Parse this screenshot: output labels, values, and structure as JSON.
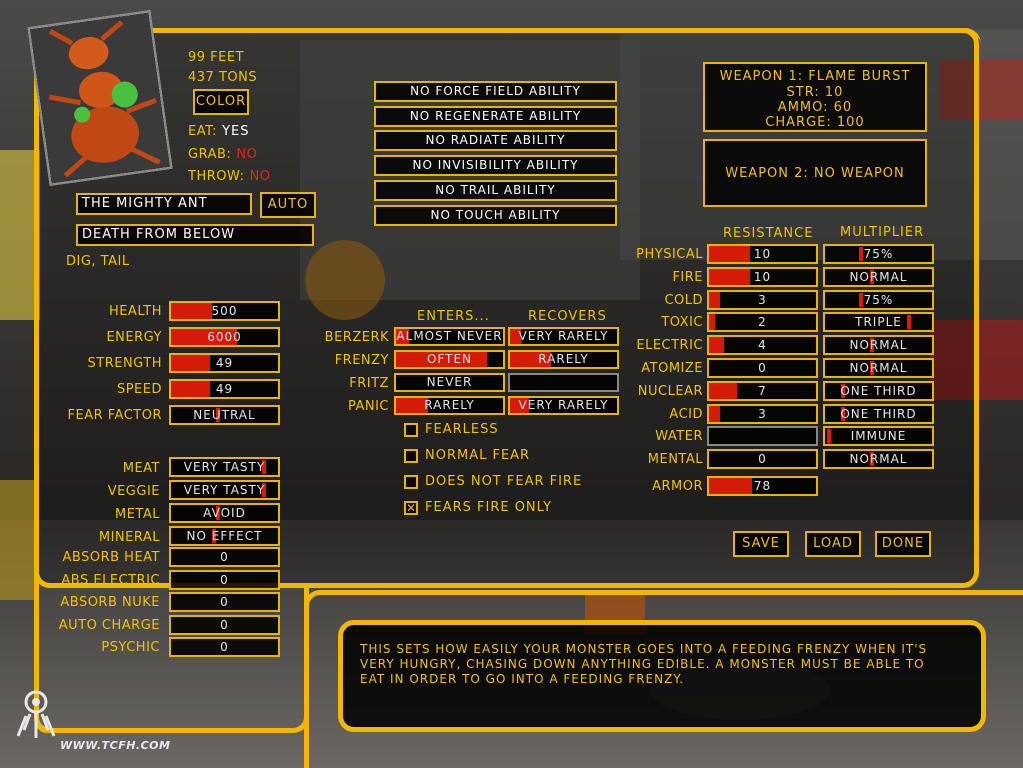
{
  "colors": {
    "accent": "#f0b800",
    "bar_fill": "#d61a0a",
    "value_text": "#ffffff",
    "no_text": "#e02a10"
  },
  "monster": {
    "portrait_icon": "ant-portrait-icon",
    "height": "99 FEET",
    "weight": "437 TONS",
    "color_button": "COLOR",
    "eat_label": "EAT:",
    "eat_value": "YES",
    "grab_label": "GRAB:",
    "grab_value": "NO",
    "throw_label": "THROW:",
    "throw_value": "NO",
    "name": "THE MIGHTY ANT",
    "auto_button": "AUTO",
    "tagline": "DEATH FROM BELOW",
    "abilities_text": "DIG, TAIL"
  },
  "abilities": [
    "NO FORCE FIELD ABILITY",
    "NO REGENERATE ABILITY",
    "NO RADIATE ABILITY",
    "NO INVISIBILITY ABILITY",
    "NO TRAIL ABILITY",
    "NO TOUCH ABILITY"
  ],
  "weapons": {
    "w1_title": "WEAPON 1: FLAME BURST",
    "w1_str": "STR: 10",
    "w1_ammo": "AMMO: 60",
    "w1_charge": "CHARGE: 100",
    "w2_title": "WEAPON 2: NO WEAPON"
  },
  "stats": [
    {
      "label": "HEALTH",
      "value": "500",
      "fill": 0.38
    },
    {
      "label": "ENERGY",
      "value": "6000",
      "fill": 0.62
    },
    {
      "label": "STRENGTH",
      "value": "49",
      "fill": 0.36
    },
    {
      "label": "SPEED",
      "value": "49",
      "fill": 0.36
    },
    {
      "label": "FEAR FACTOR",
      "value": "NEUTRAL",
      "mark": 0.44
    }
  ],
  "diet": [
    {
      "label": "MEAT",
      "value": "VERY TASTY",
      "mark": 0.88
    },
    {
      "label": "VEGGIE",
      "value": "VERY TASTY",
      "mark": 0.88
    },
    {
      "label": "METAL",
      "value": "AVOID",
      "mark": 0.44
    },
    {
      "label": "MINERAL",
      "value": "NO EFFECT",
      "mark": 0.4
    }
  ],
  "absorb": [
    {
      "label": "ABSORB HEAT",
      "value": "0"
    },
    {
      "label": "ABS ELECTRIC",
      "value": "0"
    },
    {
      "label": "ABSORB NUKE",
      "value": "0"
    },
    {
      "label": "AUTO CHARGE",
      "value": "0"
    },
    {
      "label": "PSYCHIC",
      "value": "0"
    }
  ],
  "states": {
    "enters_header": "ENTERS...",
    "recovers_header": "RECOVERS",
    "rows": [
      {
        "label": "BERZERK",
        "enters": "ALMOST NEVER",
        "enters_fill": 0.12,
        "recovers": "VERY RARELY",
        "recovers_fill": 0.1
      },
      {
        "label": "FRENZY",
        "enters": "OFTEN",
        "enters_fill": 0.85,
        "recovers": "RARELY",
        "recovers_fill": 0.38
      },
      {
        "label": "FRITZ",
        "enters": "NEVER",
        "enters_fill": 0,
        "recovers": "",
        "recovers_fill": 0
      },
      {
        "label": "PANIC",
        "enters": "RARELY",
        "enters_fill": 0.3,
        "recovers": "VERY RARELY",
        "recovers_fill": 0.18
      }
    ],
    "checkboxes": [
      {
        "label": "FEARLESS",
        "checked": false
      },
      {
        "label": "NORMAL FEAR",
        "checked": false
      },
      {
        "label": "DOES NOT FEAR FIRE",
        "checked": false
      },
      {
        "label": "FEARS FIRE ONLY",
        "checked": true
      }
    ]
  },
  "resist": {
    "resistance_header": "RESISTANCE",
    "multiplier_header": "MULTIPLIER",
    "rows": [
      {
        "label": "PHYSICAL",
        "resist": "10",
        "rfill": 0.38,
        "mult": "75%",
        "mmark": 0.33
      },
      {
        "label": "FIRE",
        "resist": "10",
        "rfill": 0.38,
        "mult": "NORMAL",
        "mmark": 0.44
      },
      {
        "label": "COLD",
        "resist": "3",
        "rfill": 0.1,
        "mult": "75%",
        "mmark": 0.33
      },
      {
        "label": "TOXIC",
        "resist": "2",
        "rfill": 0.06,
        "mult": "TRIPLE",
        "mmark": 0.8
      },
      {
        "label": "ELECTRIC",
        "resist": "4",
        "rfill": 0.14,
        "mult": "NORMAL",
        "mmark": 0.44
      },
      {
        "label": "ATOMIZE",
        "resist": "0",
        "rfill": 0,
        "mult": "NORMAL",
        "mmark": 0.44
      },
      {
        "label": "NUCLEAR",
        "resist": "7",
        "rfill": 0.26,
        "mult": "ONE THIRD",
        "mmark": 0.16
      },
      {
        "label": "ACID",
        "resist": "3",
        "rfill": 0.1,
        "mult": "ONE THIRD",
        "mmark": 0.16
      },
      {
        "label": "WATER",
        "resist": "",
        "rfill": 0,
        "mult": "IMMUNE",
        "mmark": 0.02,
        "gray": true
      },
      {
        "label": "MENTAL",
        "resist": "0",
        "rfill": 0,
        "mult": "NORMAL",
        "mmark": 0.44
      },
      {
        "label": "ARMOR",
        "resist": "78",
        "rfill": 0.4,
        "mult": null,
        "mmark": null
      }
    ]
  },
  "buttons": {
    "save": "SAVE",
    "load": "LOAD",
    "done": "DONE"
  },
  "help_text": "THIS SETS HOW EASILY YOUR MONSTER GOES INTO A FEEDING FRENZY WHEN IT'S VERY HUNGRY, CHASING DOWN ANYTHING EDIBLE.  A MONSTER MUST BE ABLE TO EAT IN ORDER TO GO INTO A FEEDING FRENZY.",
  "footer": {
    "site": "WWW.TCFH.COM",
    "logo_icon": "tcfh-logo-icon"
  }
}
